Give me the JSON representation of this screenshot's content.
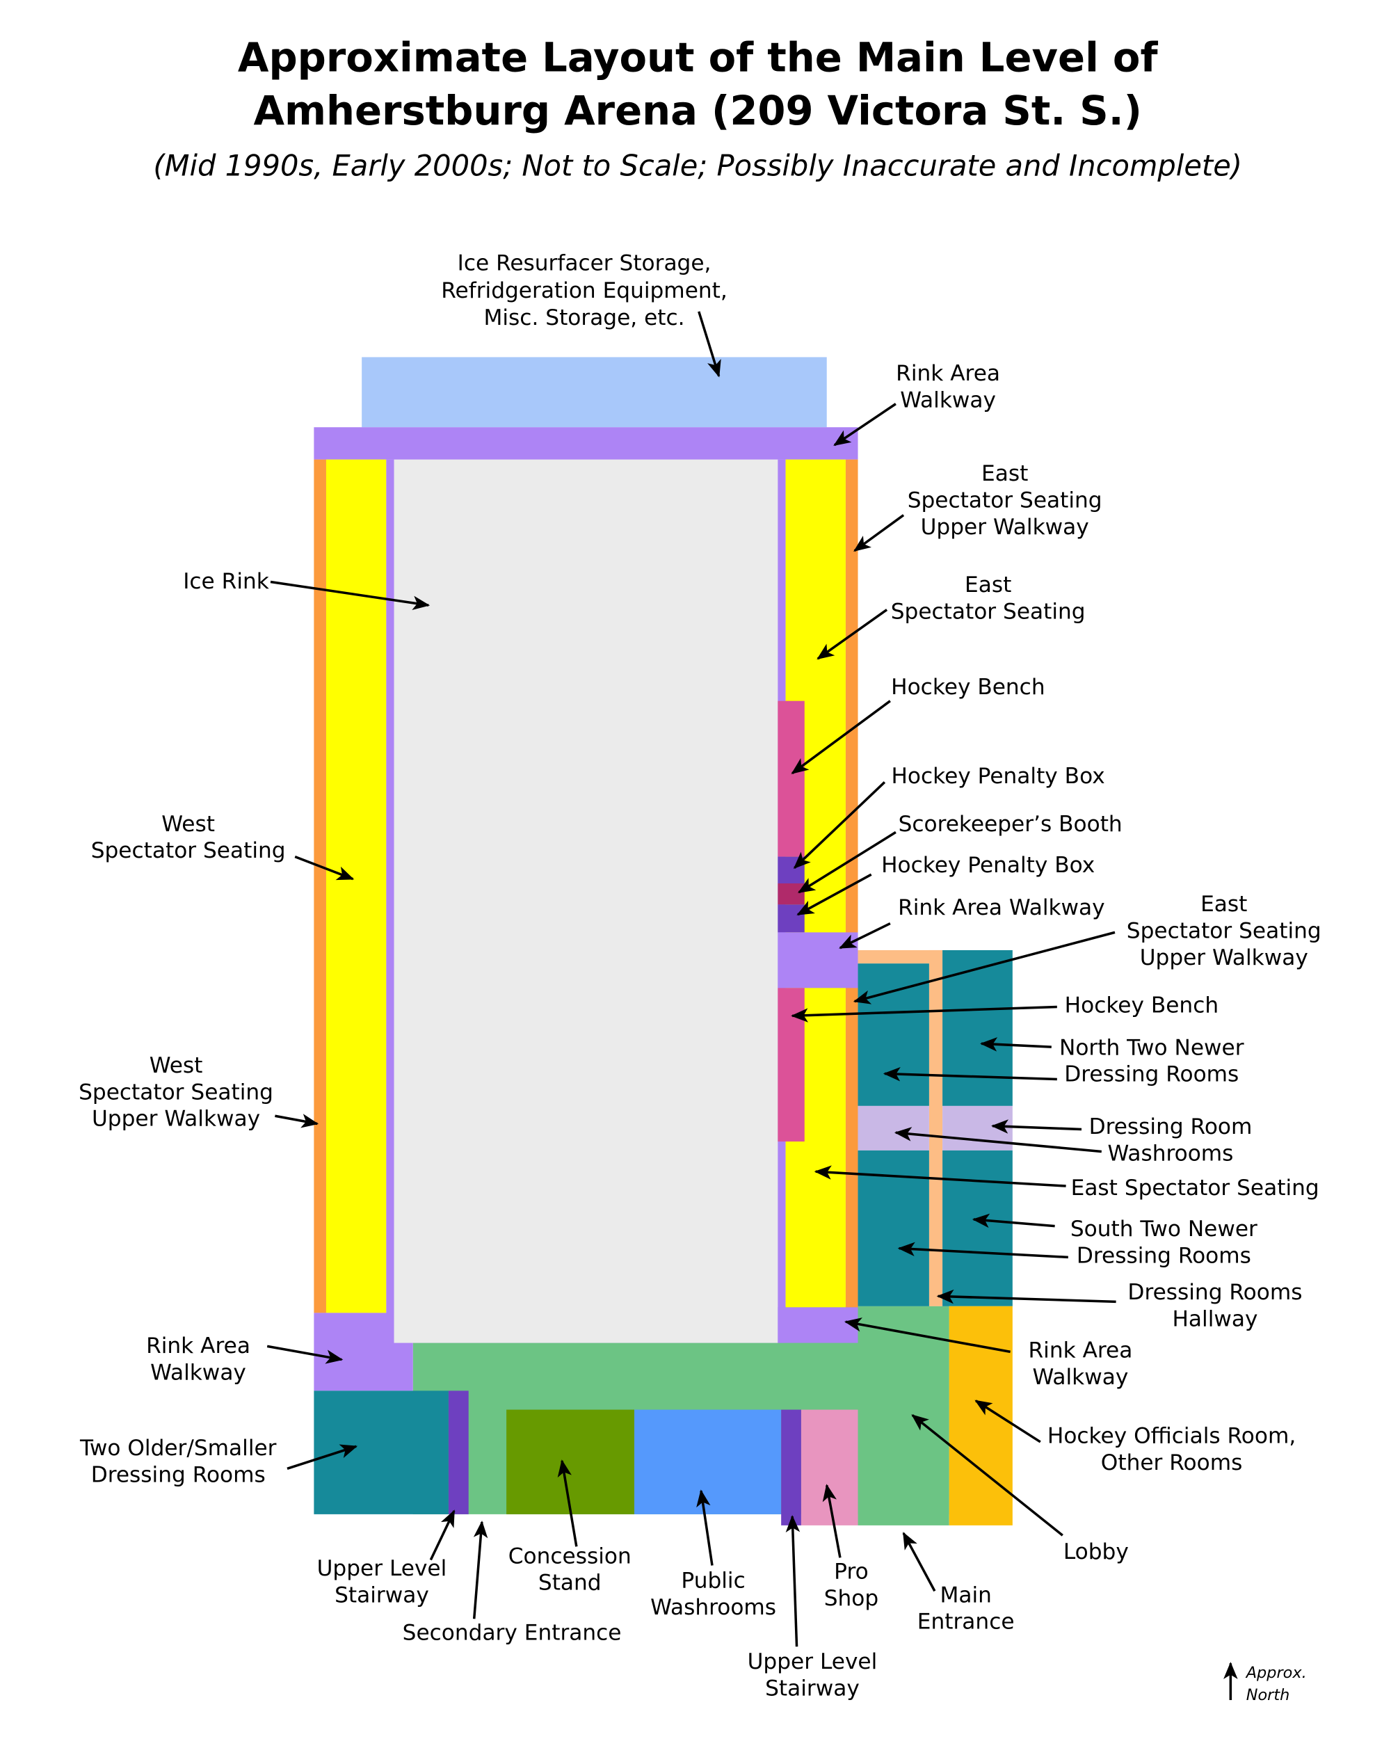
{
  "title": {
    "line1": "Approximate Layout of the Main Level of",
    "line2": "Amherstburg Arena (209 Victora St. S.)",
    "subtitle": "(Mid 1990s, Early 2000s; Not to Scale; Possibly Inaccurate and Incomplete)"
  },
  "colors": {
    "storage": "#a8c8fa",
    "walkway": "#ad84f5",
    "upper_walkway": "#fc9a3c",
    "seating": "#ffff00",
    "ice": "#ebebeb",
    "hockey_bench": "#dc5298",
    "penalty_box": "#6e40c0",
    "scorekeeper": "#b02a6a",
    "dressing_rooms": "#168a9a",
    "hallway": "#fdbd85",
    "dressing_washrooms": "#c9b8e6",
    "lobby": "#6cc484",
    "officials": "#fcc00a",
    "concession": "#679a00",
    "public_washrooms": "#5599fc",
    "stairway": "#6e40c0",
    "pro_shop": "#e895bf"
  },
  "labels": [
    {
      "lines": [
        "Ice Resurfacer Storage,",
        "Refridgeration Equipment,",
        "Misc. Storage, etc."
      ]
    },
    {
      "lines": [
        "Rink Area",
        "Walkway"
      ]
    },
    {
      "lines": [
        "East",
        "Spectator Seating",
        "Upper Walkway"
      ]
    },
    {
      "lines": [
        "East",
        "Spectator Seating"
      ]
    },
    {
      "lines": [
        "Hockey Bench"
      ]
    },
    {
      "lines": [
        "Hockey Penalty Box"
      ]
    },
    {
      "lines": [
        "Scorekeeper’s Booth"
      ]
    },
    {
      "lines": [
        "Hockey Penalty Box"
      ]
    },
    {
      "lines": [
        "Rink Area Walkway"
      ]
    },
    {
      "lines": [
        "East",
        "Spectator Seating",
        "Upper Walkway"
      ]
    },
    {
      "lines": [
        "Hockey Bench"
      ]
    },
    {
      "lines": [
        "North Two Newer",
        "Dressing Rooms"
      ]
    },
    {
      "lines": [
        "Dressing Room",
        "Washrooms"
      ]
    },
    {
      "lines": [
        "East Spectator Seating"
      ]
    },
    {
      "lines": [
        "South Two Newer",
        "Dressing Rooms"
      ]
    },
    {
      "lines": [
        "Dressing Rooms",
        "Hallway"
      ]
    },
    {
      "lines": [
        "Rink Area",
        "Walkway"
      ]
    },
    {
      "lines": [
        "Hockey Officials Room,",
        "Other Rooms"
      ]
    },
    {
      "lines": [
        "Lobby"
      ]
    },
    {
      "lines": [
        "Main",
        "Entrance"
      ]
    },
    {
      "lines": [
        "Pro",
        "Shop"
      ]
    },
    {
      "lines": [
        "Upper Level",
        "Stairway"
      ]
    },
    {
      "lines": [
        "Public",
        "Washrooms"
      ]
    },
    {
      "lines": [
        "Concession",
        "Stand"
      ]
    },
    {
      "lines": [
        "Secondary Entrance"
      ]
    },
    {
      "lines": [
        "Upper Level",
        "Stairway"
      ]
    },
    {
      "lines": [
        "Two Older/Smaller",
        "Dressing Rooms"
      ]
    },
    {
      "lines": [
        "Rink Area",
        "Walkway"
      ]
    },
    {
      "lines": [
        "West",
        "Spectator Seating",
        "Upper Walkway"
      ]
    },
    {
      "lines": [
        "West",
        "Spectator Seating"
      ]
    },
    {
      "lines": [
        "Ice Rink"
      ]
    }
  ],
  "north": {
    "line1": "Approx.",
    "line2": "North"
  }
}
